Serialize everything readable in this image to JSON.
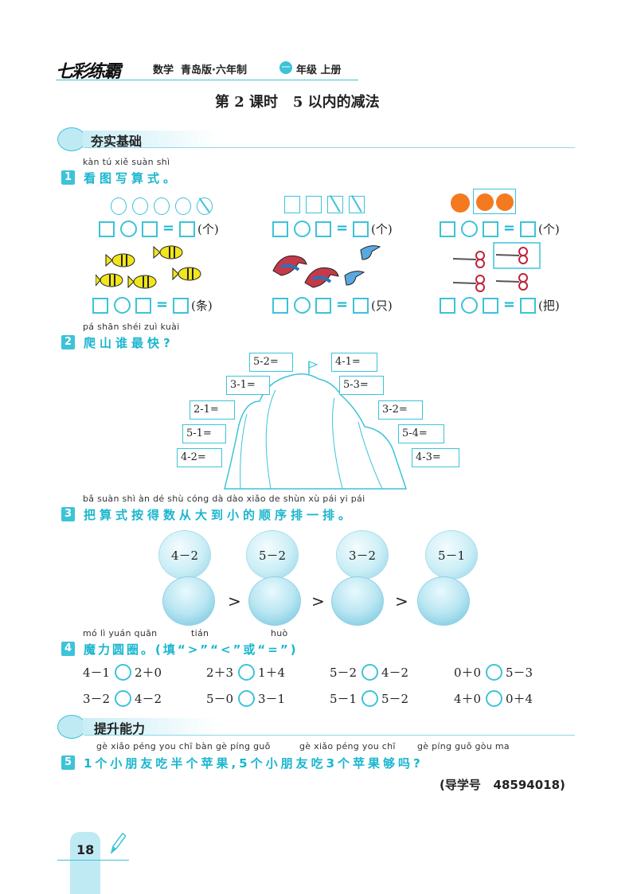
{
  "header": {
    "logo": "七彩练霸",
    "info": "数学  青岛版·六年制",
    "grade_badge": "一",
    "grade_rest": "年级 上册"
  },
  "lesson_title": "第 2 课时   5 以内的减法",
  "section1": {
    "title": "夯实基础"
  },
  "section2": {
    "title": "提升能力"
  },
  "q1": {
    "num": "1",
    "pinyin": "kàn tú xiě suàn shì",
    "text": "看图写算式。",
    "units": [
      "(个)",
      "(个)",
      "(个)",
      "(条)",
      "(只)",
      "(把)"
    ],
    "eq_sign": "="
  },
  "q2": {
    "num": "2",
    "pinyin": "pá shān shéi zuì kuài",
    "text": "爬山谁最快?",
    "left_tags": [
      "5-2=",
      "3-1=",
      "2-1=",
      "5-1=",
      "4-2="
    ],
    "right_tags": [
      "4-1=",
      "5-3=",
      "3-2=",
      "5-4=",
      "4-3="
    ]
  },
  "q3": {
    "num": "3",
    "pinyin": "bǎ suàn shì àn dé shù cóng dà dào xiǎo de shùn xù pái yi pái",
    "text": "把算式按得数从大到小的顺序排一排。",
    "bowls": [
      "4－2",
      "5－2",
      "3－2",
      "5－1"
    ],
    "gt": ">"
  },
  "q4": {
    "num": "4",
    "pinyin_1": "mó lì yuán quān",
    "pinyin_2": "tián",
    "pinyin_3": "huò",
    "text": "魔力圆圈。(填“>”“<”或“=”)",
    "rows": [
      [
        [
          "4－1",
          "2＋0"
        ],
        [
          "2＋3",
          "1＋4"
        ],
        [
          "5－2",
          "4－2"
        ],
        [
          "0＋0",
          "5－3"
        ]
      ],
      [
        [
          "3－2",
          "4－2"
        ],
        [
          "5－0",
          "3－1"
        ],
        [
          "5－1",
          "5－2"
        ],
        [
          "4＋0",
          "0＋4"
        ]
      ]
    ]
  },
  "q5": {
    "num": "5",
    "pinyin_1": "gè xiǎo péng you chī bàn gè píng guǒ",
    "pinyin_2": "gè xiǎo péng you chī",
    "pinyin_3": "gè píng guǒ gòu ma",
    "text": "1个小朋友吃半个苹果,5个小朋友吃3个苹果够吗?",
    "guide_label": "(导学号",
    "guide_number": "48594018)"
  },
  "page_number": "18",
  "colors": {
    "accent": "#3cc3d8",
    "text_accent": "#19b6cf",
    "dot": "#f47a20"
  }
}
